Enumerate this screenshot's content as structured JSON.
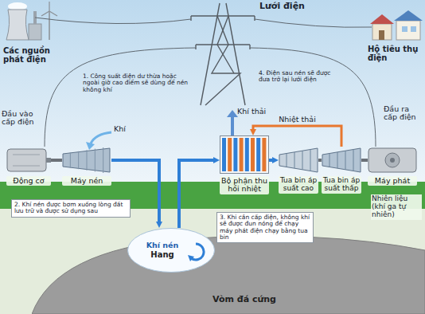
{
  "diagram": {
    "nodes": [
      {
        "text": [
          "Động cơ"
        ]
      },
      {
        "text": [
          "Máy nén"
        ]
      },
      {
        "text": [
          "Bộ phận thu hồi nhiệt"
        ]
      },
      {
        "text": [
          "Tua bin áp suất cao"
        ]
      },
      {
        "text": [
          "Tua bin áp suất thấp"
        ]
      },
      {
        "text": [
          "Máy phát"
        ]
      },
      {
        "text": [
          "Vòm đá cứng"
        ]
      },
      {
        "text": [
          "Khí nén",
          "Hang"
        ],
        "in": 6
      }
    ],
    "edges": [
      {
        "from": 0,
        "to": 1,
        "arrow": "none"
      },
      {
        "from": 1,
        "to": 7,
        "arrow": "to"
      },
      {
        "from": 7,
        "to": 2,
        "arrow": "to"
      },
      {
        "from": 2,
        "to": 3,
        "arrow": "to"
      },
      {
        "from": 3,
        "to": 4,
        "arrow": "none"
      },
      {
        "from": 4,
        "to": 5,
        "arrow": "none"
      },
      {
        "from": 4,
        "to": 2,
        "label": "Nhiệt thải",
        "arrow": "to"
      }
    ],
    "labels": [
      "Lưới điện",
      "Các nguồn phát điện",
      "Hộ tiêu thụ điện",
      "1. Công suất điện dư thừa hoặc ngoài giờ cao điểm sẽ dùng để nén không khí",
      "4. Điện sau nén sẽ được đưa trở lại lưới điện",
      "Đầu vào cấp điện",
      "Khí",
      "Khí thải",
      "Đầu ra cấp điện",
      "2. Khí nén được bơm xuống lòng đất lưu trữ và được sử dụng sau",
      "3. Khi cần cấp điện, không khí sẽ được đun nóng để chạy máy phát điện chạy bằng tua bin",
      "Nhiên liệu (khí ga tự nhiên)"
    ]
  }
}
